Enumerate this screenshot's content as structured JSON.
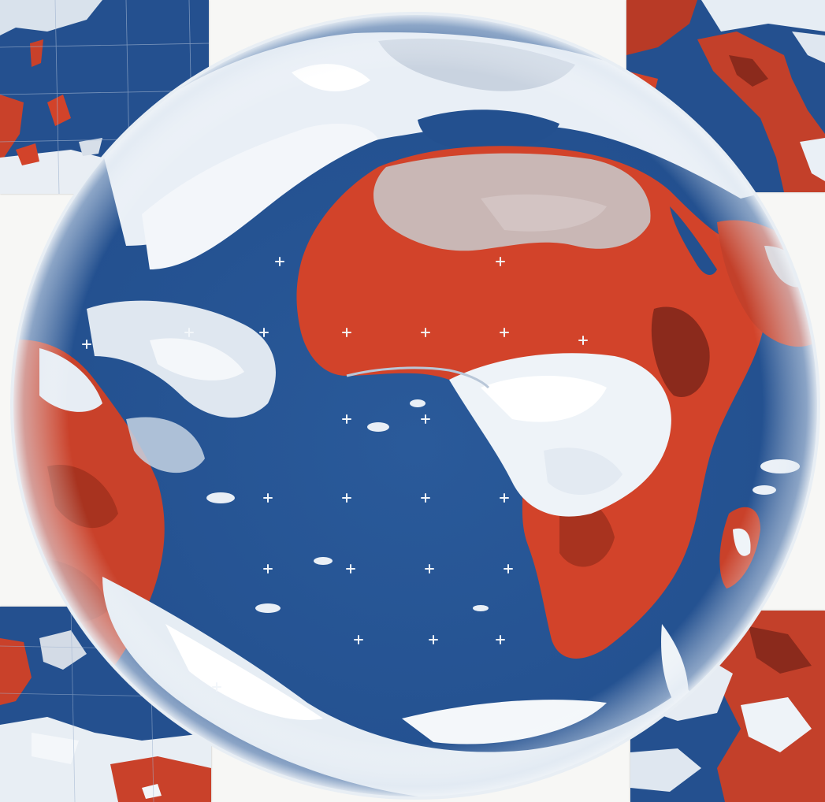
{
  "image": {
    "subject": "",
    "globe_colors": {
      "ocean": "#23508f",
      "ocean_light": "#3a6aa8",
      "land_hot": "#d2432a",
      "land_dark": "#8b2a1c",
      "desert": "#c9b7b5",
      "cloud": "#eef3f8",
      "cloud_grey": "#b9c7d8",
      "rim": "#e8eef4"
    },
    "corner_panels": [
      {
        "id": "top-left",
        "tone": "ocean-with-islands"
      },
      {
        "id": "top-right",
        "tone": "central-america"
      },
      {
        "id": "bottom-left",
        "tone": "ocean-with-coast"
      },
      {
        "id": "bottom-right",
        "tone": "land-with-clouds"
      }
    ],
    "grid_markers": "plus-signs"
  }
}
